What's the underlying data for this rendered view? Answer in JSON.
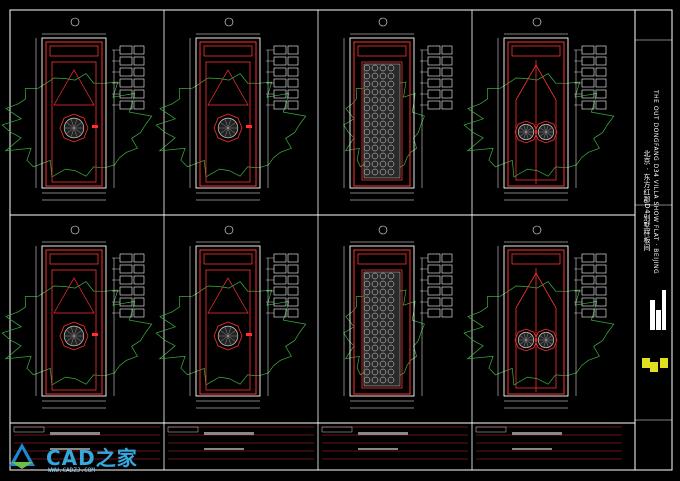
{
  "title_block": {
    "project_cn": "北京 · 东方红郡D4别墅样板间",
    "project_en": "THE OUT DONGFANG D34 VILLA SHOW FLAT · BEIJING"
  },
  "watermark": {
    "brand": "CAD之家",
    "url": "WWW.CADZJ.COM",
    "logo_letters": "A"
  },
  "colors": {
    "background": "#000000",
    "door_outline": "#ff3030",
    "frame": "#ffffff",
    "dimension": "#ffffff",
    "cloud": "#3cb043",
    "accent_yellow": "#e0e020",
    "watermark_blue": "#35a8e0"
  }
}
